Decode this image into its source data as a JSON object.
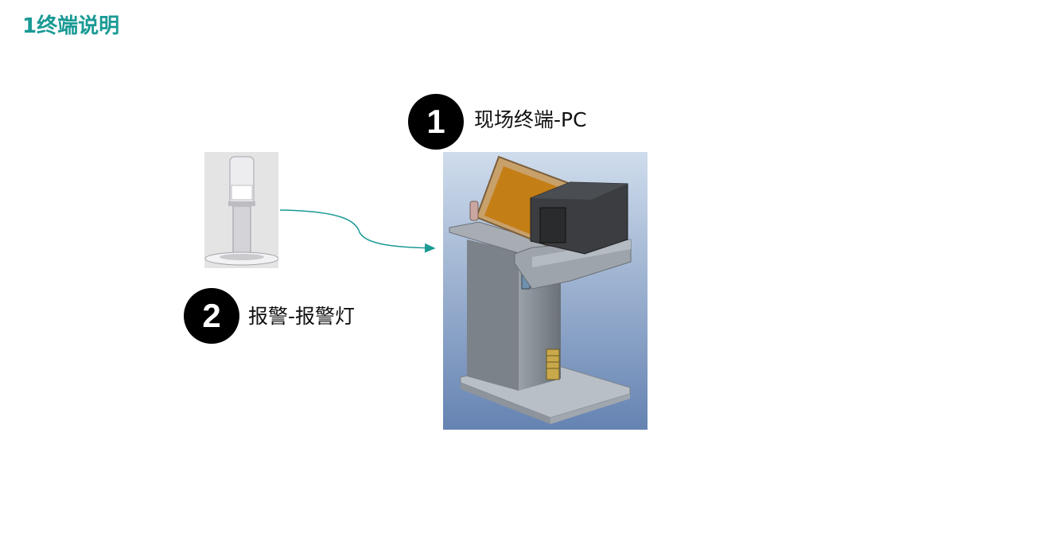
{
  "title": "1终端说明",
  "items": [
    {
      "number": "1",
      "label": "现场终端-PC",
      "icon": "terminal-pc-image"
    },
    {
      "number": "2",
      "label": "报警-报警灯",
      "icon": "alarm-light-image"
    }
  ],
  "colors": {
    "title": "#1a9a95",
    "connector": "#1a9a95",
    "badge": "#000000"
  }
}
